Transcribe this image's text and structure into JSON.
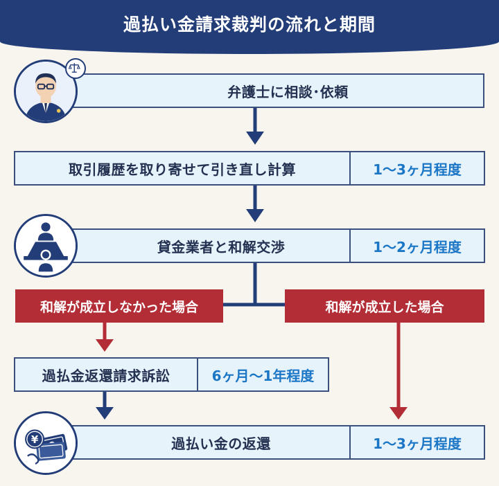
{
  "title": "過払い金請求裁判の流れと期間",
  "steps": {
    "consult": "弁護士に相談･依頼",
    "calc": {
      "label": "取引履歴を取り寄せて引き直し計算",
      "period": "1〜3ヶ月程度"
    },
    "negotiate": {
      "label": "貸金業者と和解交渉",
      "period": "1〜2ヶ月程度"
    },
    "lawsuit": {
      "label": "過払金返還請求訴訟",
      "period": "6ヶ月〜1年程度"
    },
    "refund": {
      "label": "過払い金の返還",
      "period": "1〜3ヶ月程度"
    }
  },
  "branches": {
    "fail": "和解が成立しなかった場合",
    "success": "和解が成立した場合"
  },
  "icons": {
    "consult": "lawyer-icon",
    "negotiate": "negotiation-table-icon",
    "refund": "money-icon"
  },
  "colors": {
    "navy": "#233d78",
    "box_fill": "#e7f3fb",
    "period_text": "#1b76c6",
    "red": "#b22d35"
  }
}
